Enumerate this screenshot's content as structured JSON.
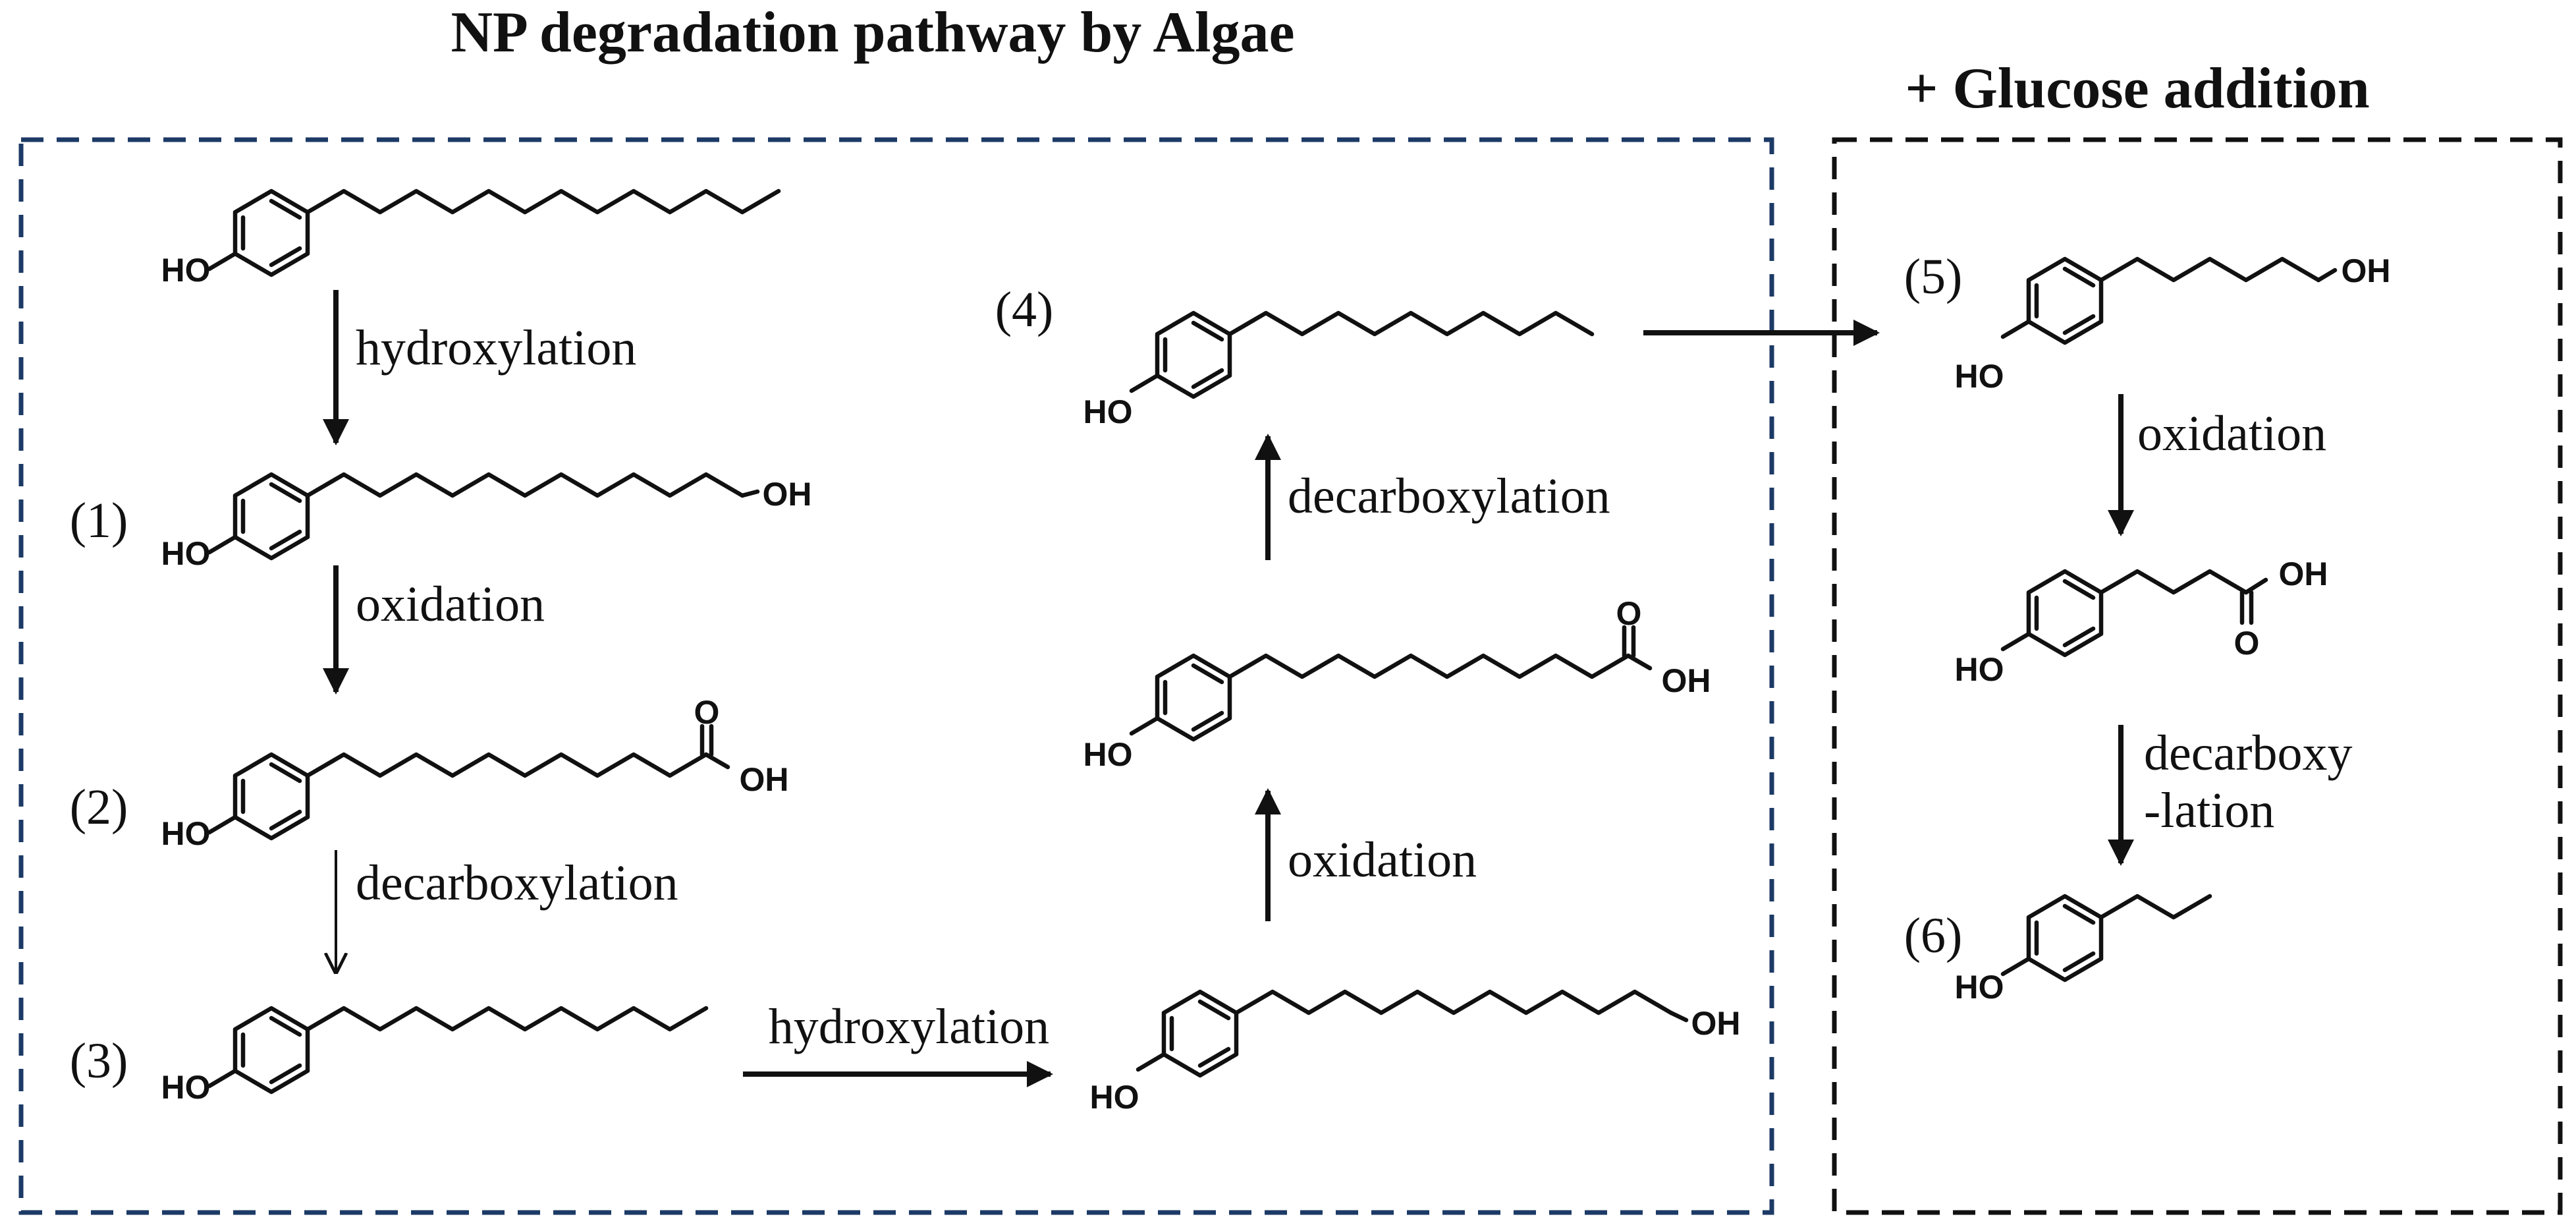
{
  "title_left": "NP degradation pathway by Algae",
  "title_right": "+ Glucose addition",
  "colors": {
    "box_left": "#1c3a66",
    "box_right": "#111111",
    "ink": "#111111"
  },
  "atoms": {
    "hydroxyl": "HO",
    "hydroxyl_right": "OH",
    "oxygen": "O"
  },
  "labels": {
    "n1": "(1)",
    "n2": "(2)",
    "n3": "(3)",
    "n4": "(4)",
    "n5": "(5)",
    "n6": "(6)"
  },
  "steps": {
    "a_hydroxylation": "hydroxylation",
    "b_oxidation": "oxidation",
    "c_decarboxylation": "decarboxylation",
    "d_hydroxylation": "hydroxylation",
    "e_oxidation": "oxidation",
    "f_decarboxylation": "decarboxylation",
    "g_oxidation": "oxidation",
    "h_decarboxy_line1": "decarboxy",
    "h_decarboxy_line2": "-lation"
  }
}
